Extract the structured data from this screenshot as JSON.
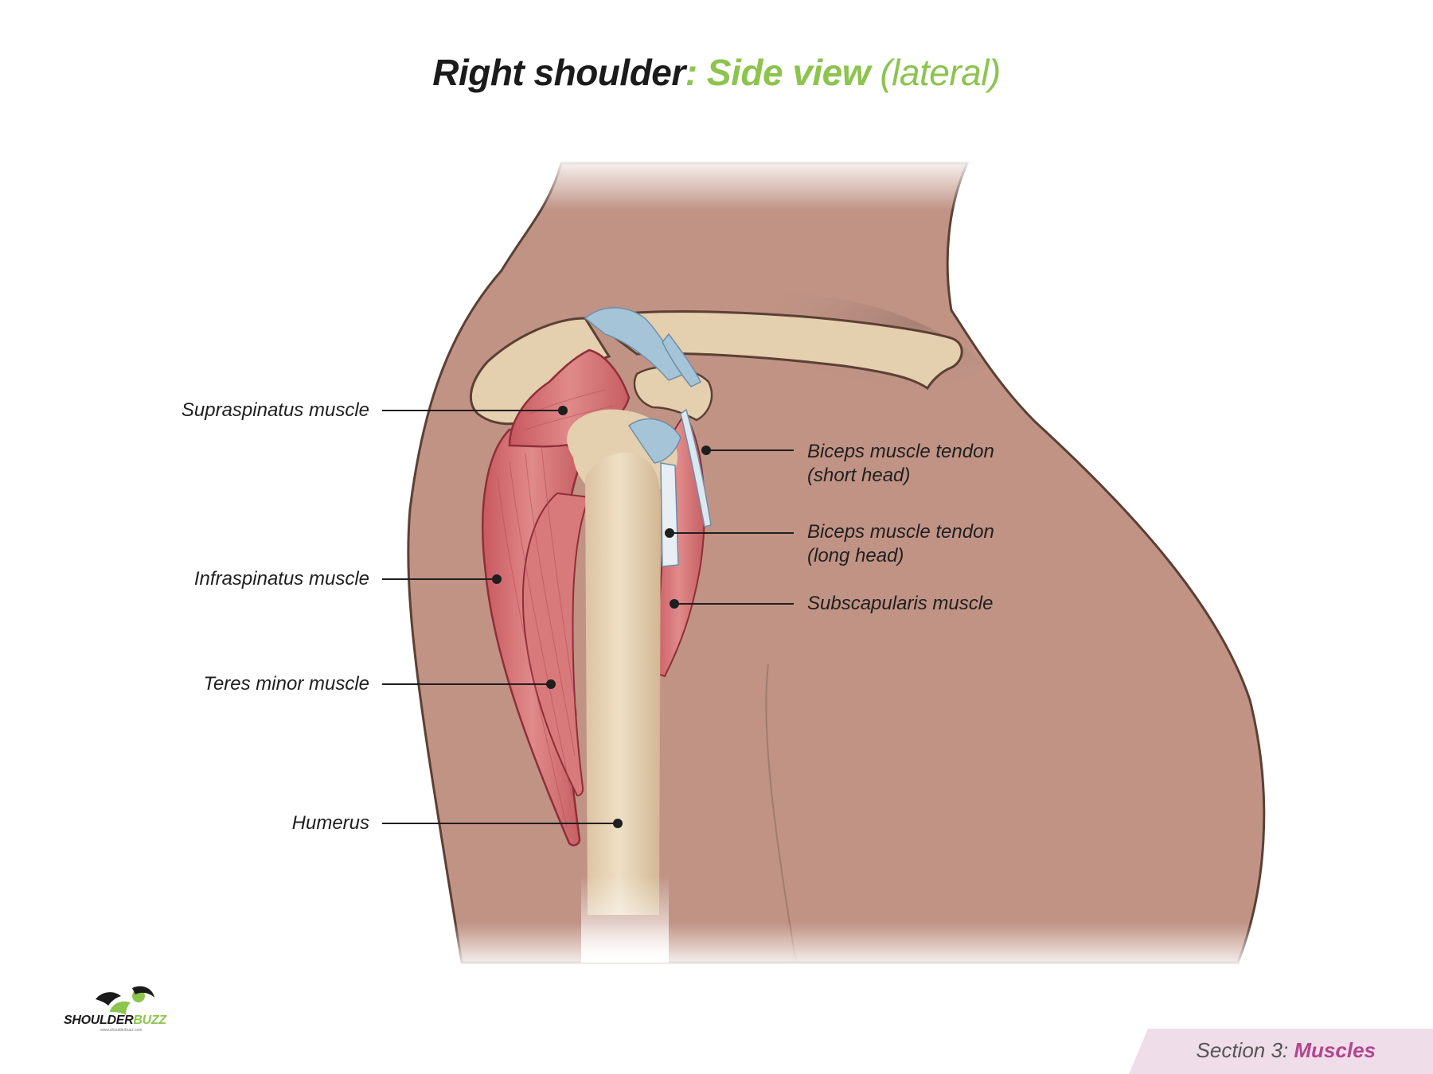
{
  "title": {
    "part1": "Right shoulder",
    "part2": ": ",
    "part3": "Side view",
    "part4": "(lateral)"
  },
  "labels": {
    "supraspinatus": "Supraspinatus muscle",
    "infraspinatus": "Infraspinatus muscle",
    "teres_minor": "Teres minor muscle",
    "humerus": "Humerus",
    "biceps_short_line1": "Biceps muscle tendon",
    "biceps_short_line2": "(short head)",
    "biceps_long_line1": "Biceps muscle tendon",
    "biceps_long_line2": "(long head)",
    "subscapularis": "Subscapularis muscle"
  },
  "logo": {
    "name_part1": "SHOULDER",
    "name_part2": "BUZZ",
    "url": "www.shoulderbuzz.com"
  },
  "section": {
    "prefix": "Section 3: ",
    "name": "Muscles"
  },
  "colors": {
    "skin": "#c09385",
    "skin_shadow": "#9c7469",
    "bone": "#e4cfae",
    "muscle": "#d66f72",
    "ligament": "#a6c4d8",
    "accent_green": "#8cc44e",
    "accent_magenta": "#b2468f",
    "tab_bg": "#efdde9"
  }
}
